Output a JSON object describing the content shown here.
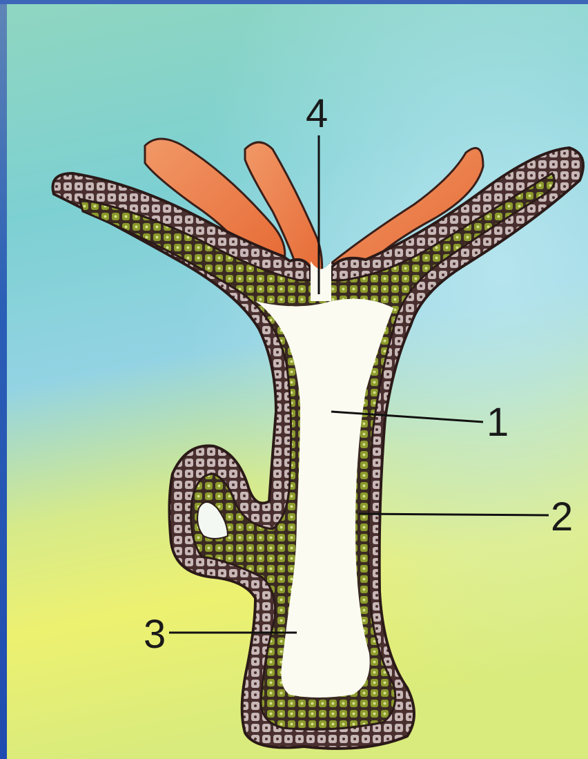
{
  "diagram": {
    "labels": {
      "one": "1",
      "two": "2",
      "three": "3",
      "four": "4"
    },
    "colors": {
      "background_top": "#7fd3c3",
      "background_mid": "#86cfe0",
      "background_bottom": "#e9ef6e",
      "body_wall": "#4a2f2f",
      "ectoderm_cells": "#b9a9a9",
      "endoderm_cells": "#7f8f24",
      "gut_cavity": "#fbfbf4",
      "tentacle_orange": "#ee7f4b",
      "leader_line": "#111111"
    }
  }
}
